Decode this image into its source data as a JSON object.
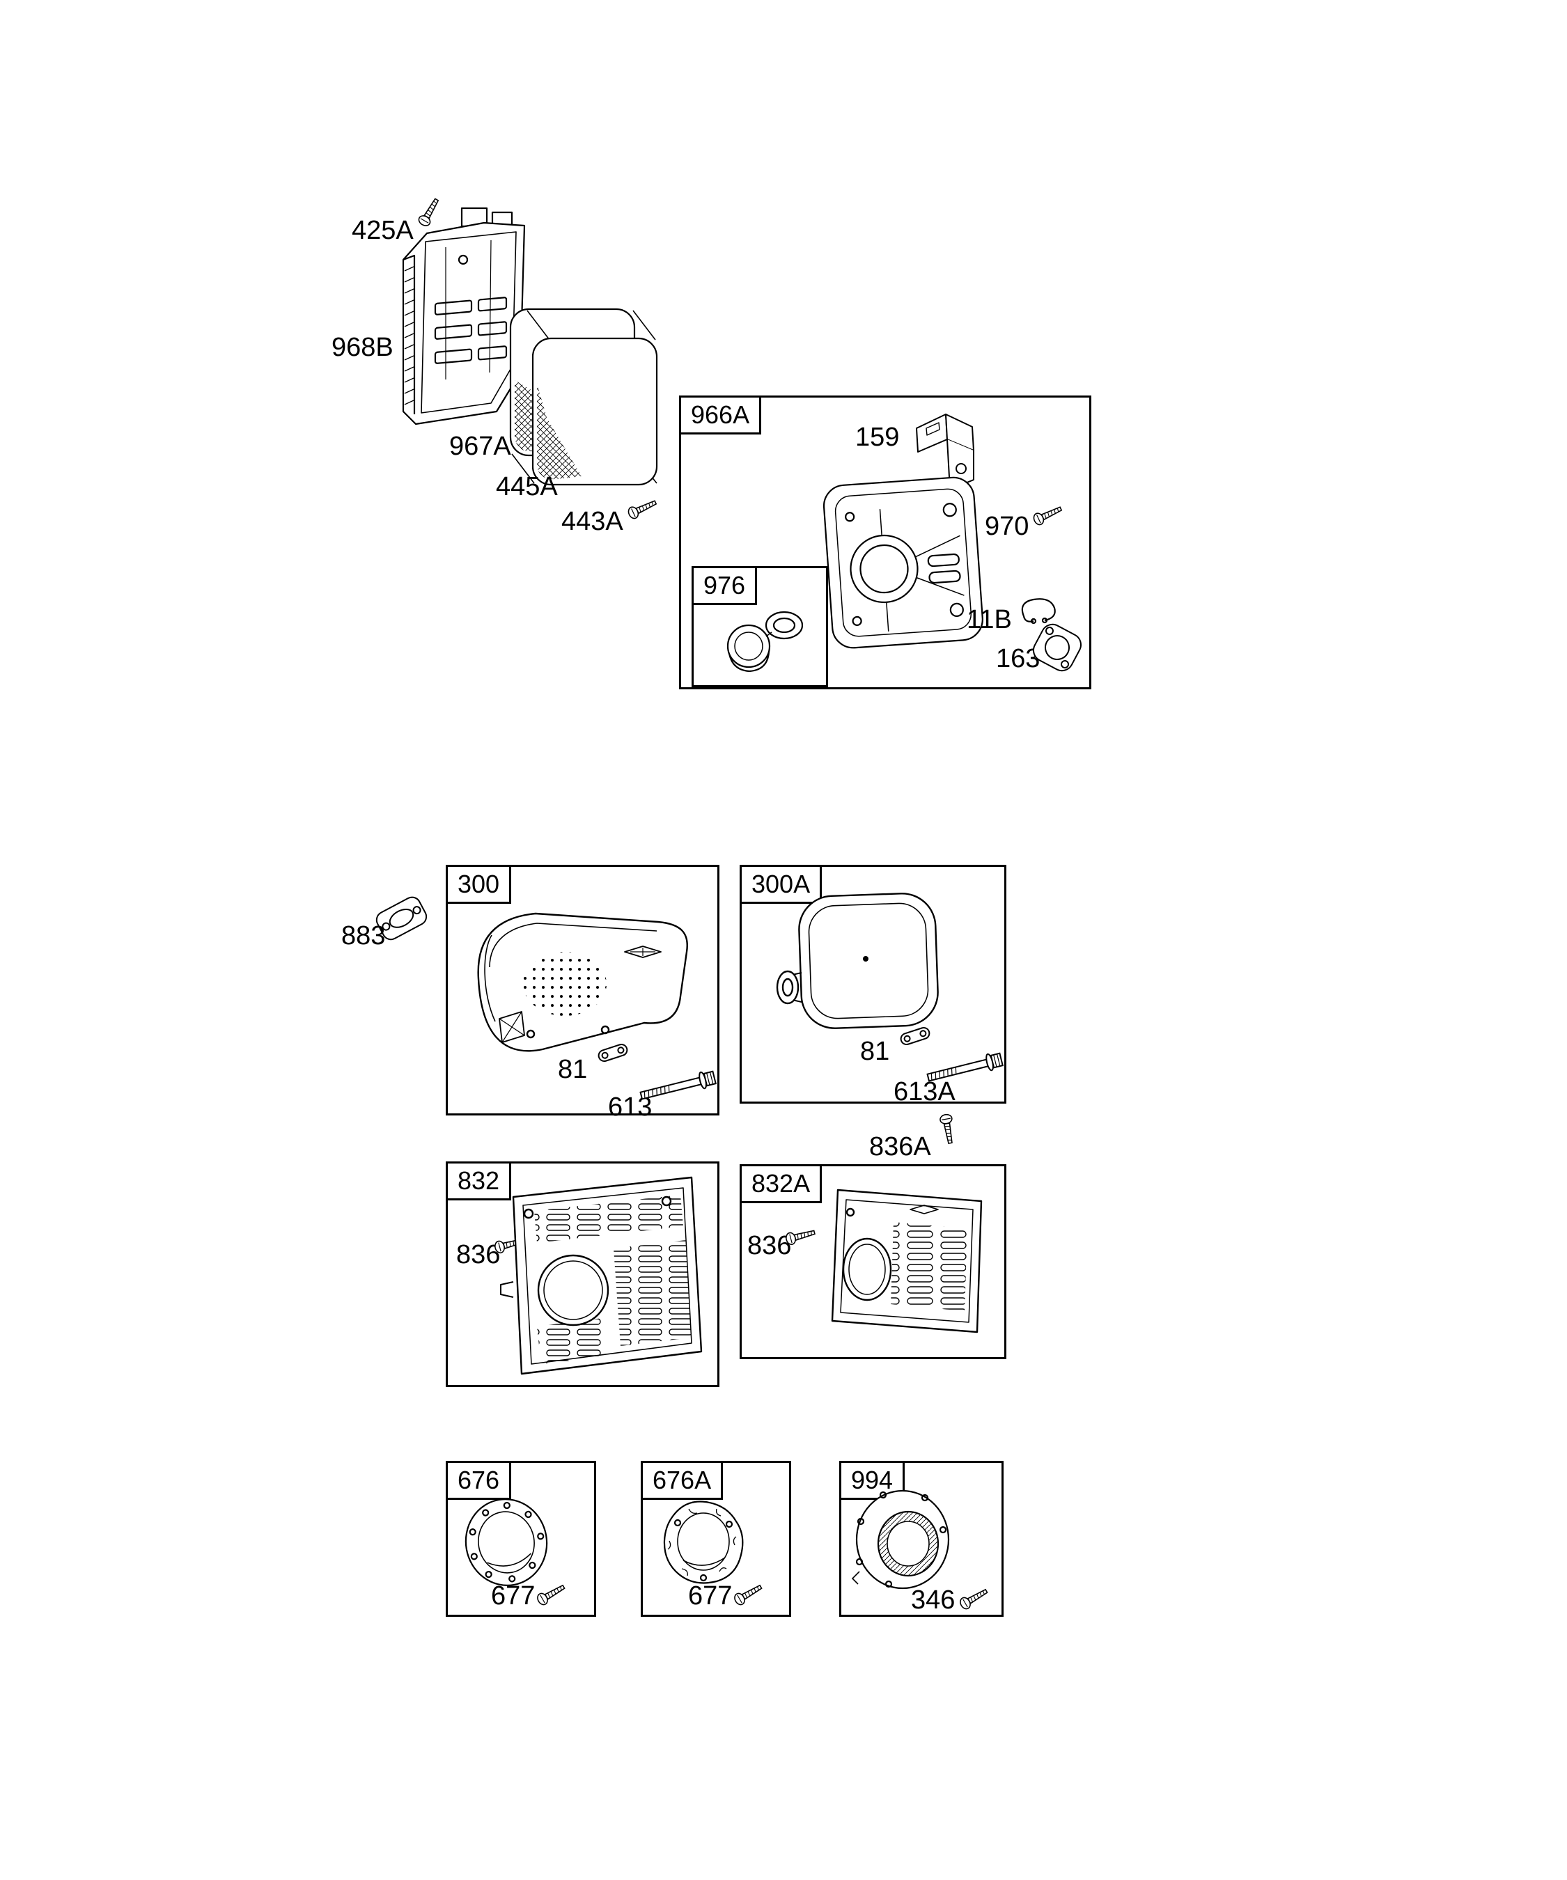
{
  "diagram": {
    "background_color": "#ffffff",
    "line_color": "#000000"
  },
  "boxes": {
    "b966A": "966A",
    "b976": "976",
    "b300": "300",
    "b300A": "300A",
    "b832": "832",
    "b832A": "832A",
    "b676": "676",
    "b676A": "676A",
    "b994": "994"
  },
  "callouts": {
    "c425A": "425A",
    "c968B": "968B",
    "c967A": "967A",
    "c445A": "445A",
    "c443A": "443A",
    "c159": "159",
    "c970": "970",
    "c11B": "11B",
    "c163": "163",
    "c883": "883",
    "c81_muffler300": "81",
    "c613": "613",
    "c81_muffler300A": "81",
    "c613A": "613A",
    "c836A": "836A",
    "c836_guard832": "836",
    "c836_guard832A": "836",
    "c677_deflector676": "677",
    "c677_deflector676A": "677",
    "c346": "346"
  }
}
